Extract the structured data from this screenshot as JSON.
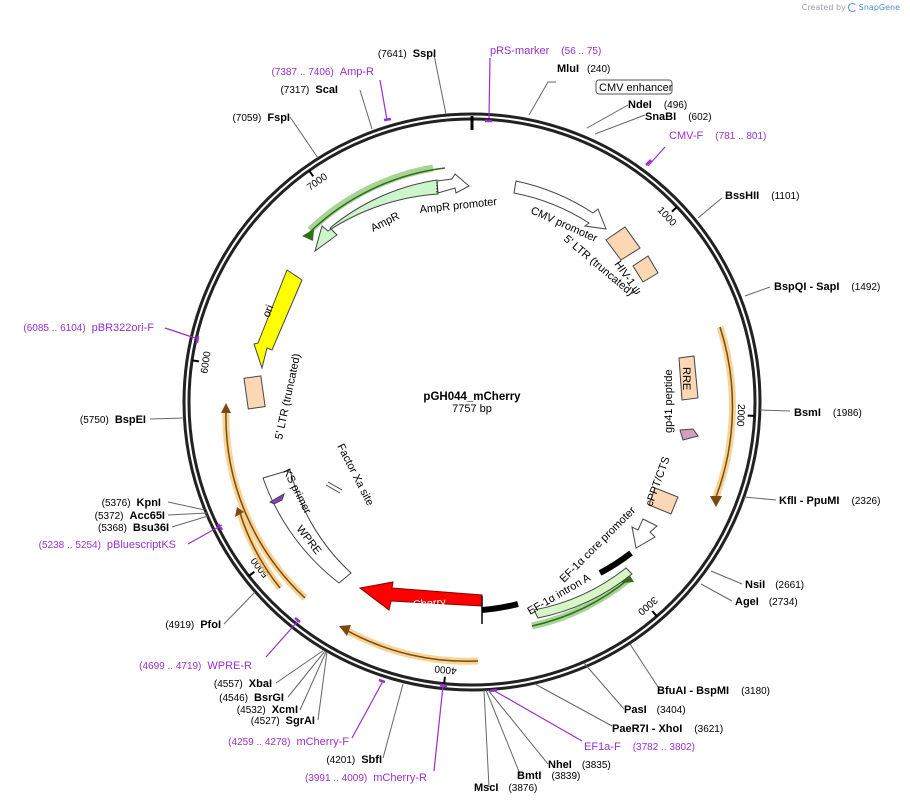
{
  "credit": {
    "prefix": "Created by",
    "brand": "SnapGene"
  },
  "plasmid": {
    "name": "pGH044_mCherry",
    "size_label": "7757 bp"
  },
  "ticks": [
    "1000",
    "2000",
    "3000",
    "4000",
    "5000",
    "6000",
    "7000"
  ],
  "enzymes_right": [
    {
      "name": "MluI",
      "pos": "(240)"
    },
    {
      "name": "NdeI",
      "pos": "(496)"
    },
    {
      "name": "SnaBI",
      "pos": "(602)"
    },
    {
      "name": "BssHII",
      "pos": "(1101)"
    },
    {
      "name": "BspQI  - SapI",
      "pos": "(1492)"
    },
    {
      "name": "BsmI",
      "pos": "(1986)"
    },
    {
      "name": "KflI  - PpuMI",
      "pos": "(2326)"
    },
    {
      "name": "NsiI",
      "pos": "(2661)"
    },
    {
      "name": "AgeI",
      "pos": "(2734)"
    },
    {
      "name": "BfuAI  - BspMI",
      "pos": "(3180)"
    },
    {
      "name": "PasI",
      "pos": "(3404)"
    },
    {
      "name": "PaeR7I  - XhoI",
      "pos": "(3621)"
    },
    {
      "name": "NheI",
      "pos": "(3835)"
    },
    {
      "name": "BmtI",
      "pos": "(3839)"
    },
    {
      "name": "MscI",
      "pos": "(3876)"
    }
  ],
  "enzymes_left": [
    {
      "name": "SspI",
      "pos": "(7641)"
    },
    {
      "name": "ScaI",
      "pos": "(7317)"
    },
    {
      "name": "FspI",
      "pos": "(7059)"
    },
    {
      "name": "BspEI",
      "pos": "(5750)"
    },
    {
      "name": "KpnI",
      "pos": "(5376)"
    },
    {
      "name": "Acc65I",
      "pos": "(5372)"
    },
    {
      "name": "Bsu36I",
      "pos": "(5368)"
    },
    {
      "name": "PfoI",
      "pos": "(4919)"
    },
    {
      "name": "XbaI",
      "pos": "(4557)"
    },
    {
      "name": "BsrGI",
      "pos": "(4546)"
    },
    {
      "name": "XcmI",
      "pos": "(4532)"
    },
    {
      "name": "SgrAI",
      "pos": "(4527)"
    },
    {
      "name": "SbfI",
      "pos": "(4201)"
    }
  ],
  "primers": [
    {
      "name": "pRS-marker",
      "pos": "(56 .. 75)"
    },
    {
      "name": "Amp-R",
      "pos": "(7387 .. 7406)"
    },
    {
      "name": "CMV-F",
      "pos": "(781 .. 801)"
    },
    {
      "name": "pBR322ori-F",
      "pos": "(6085 .. 6104)"
    },
    {
      "name": "pBluescriptKS",
      "pos": "(5238 .. 5254)"
    },
    {
      "name": "WPRE-R",
      "pos": "(4699 .. 4719)"
    },
    {
      "name": "mCherry-F",
      "pos": "(4259 .. 4278)"
    },
    {
      "name": "mCherry-R",
      "pos": "(3991 .. 4009)"
    },
    {
      "name": "EF1a-F",
      "pos": "(3782 .. 3802)"
    }
  ],
  "features": {
    "cmv_enhancer": "CMV enhancer",
    "cmv_promoter": "CMV promoter",
    "ltr_5_top": "5' LTR (truncated)",
    "hiv_psi": "HIV-1 ψ",
    "rre": "RRE",
    "gp41": "gp41 peptide",
    "cppt": "cPPT/CTS",
    "ef1a_core": "EF-1α core promoter",
    "ef1a_intron": "EF-1α intron A",
    "mcherry": "mCherry",
    "wpre": "WPRE",
    "ks_primer": "KS primer",
    "factor_xa": "Factor Xa site",
    "ltr_5_left": "5' LTR (truncated)",
    "ori": "ori",
    "ampr": "AmpR",
    "ampr_promoter": "AmpR promoter"
  },
  "colors": {
    "ring": "#222222",
    "primer": "#9a2fd0",
    "mcherry": "#ff0000",
    "ori": "#ffff00",
    "ampr": "#ccf5cc",
    "ltr": "#fbd8b3",
    "gp41": "#d4a0c0",
    "orange_glow": "#f5c97a"
  }
}
